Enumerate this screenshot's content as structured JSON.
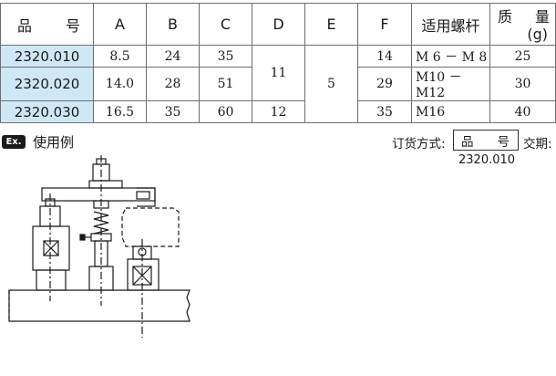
{
  "table": {
    "header": {
      "model_chars": [
        "品",
        "号"
      ],
      "cols": [
        "A",
        "B",
        "C",
        "D",
        "E",
        "F"
      ],
      "screw": "适用螺杆",
      "mass_chars": [
        "质",
        "量"
      ],
      "mass_unit": "(g)"
    },
    "rows": [
      {
        "model": "2320.010",
        "A": "8.5",
        "B": "24",
        "C": "35",
        "F": "14",
        "screw": "M 6 － M 8",
        "mass": "25"
      },
      {
        "model": "2320.020",
        "A": "14.0",
        "B": "28",
        "C": "51",
        "F": "29",
        "screw": "M10 － M12",
        "mass": "30"
      },
      {
        "model": "2320.030",
        "A": "16.5",
        "B": "35",
        "C": "60",
        "F": "35",
        "screw": "M16",
        "mass": "40"
      }
    ],
    "D_merged_1_2": "11",
    "D_row3": "12",
    "E_merged": "5"
  },
  "example": {
    "badge": "Ex.",
    "title": "使用例"
  },
  "order": {
    "label": "订货方式:",
    "box_chars": [
      "品",
      "号"
    ],
    "delivery": "交期:",
    "code": "2320.010"
  },
  "colors": {
    "model_cell_bg": "#cfe8f6",
    "border": "#6e6e6e",
    "ink": "#1a1a1a"
  }
}
